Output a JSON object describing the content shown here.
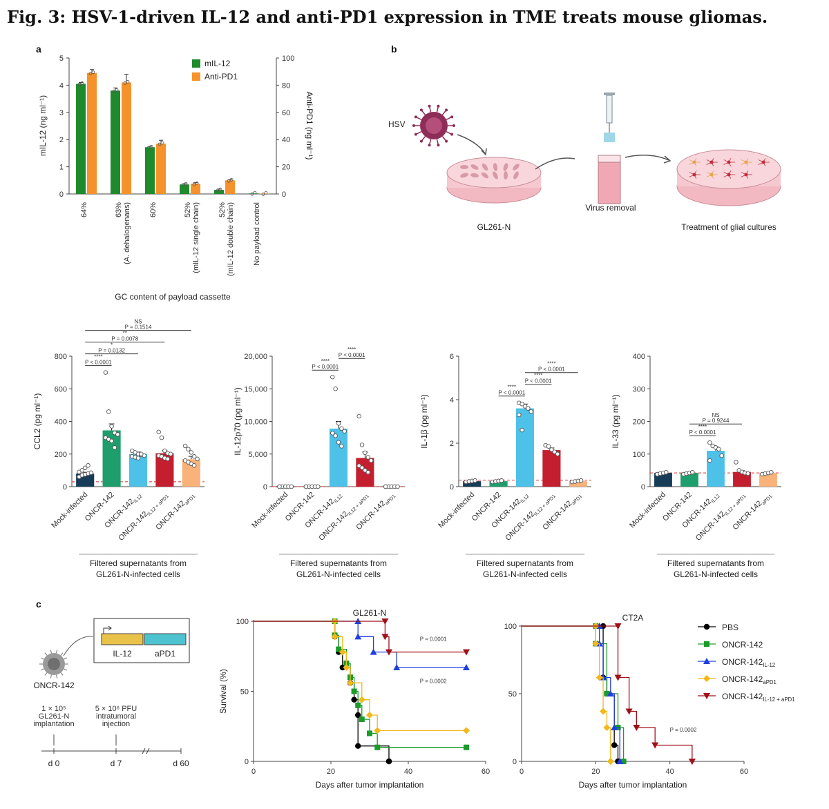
{
  "title": "Fig. 3: HSV-1-driven IL-12 and anti-PD1 expression in TME treats mouse gliomas.",
  "panels": {
    "a": "a",
    "b": "b",
    "c": "c"
  },
  "schematic_b": {
    "hsv": "HSV",
    "dish1": "GL261-N",
    "removal": "Virus removal",
    "dish2": "Treatment of glial cultures"
  },
  "schematic_c": {
    "virus": "ONCR-142",
    "box_il12": "IL-12",
    "box_apd1": "aPD1",
    "step1": [
      "1 × 10⁵",
      "GL261-N",
      "implantation"
    ],
    "step2": [
      "5 × 10⁶ PFU",
      "intratumoral",
      "injection"
    ],
    "d0": "d 0",
    "d7": "d 7",
    "d60": "d 60"
  },
  "bar_xlabels": [
    {
      "base": "Mock-infected",
      "sub": ""
    },
    {
      "base": "ONCR-142",
      "sub": ""
    },
    {
      "base": "ONCR-142",
      "sub": "IL12"
    },
    {
      "base": "ONCR-142",
      "sub": "IL12 + aPD1"
    },
    {
      "base": "ONCR-142",
      "sub": "aPD1"
    }
  ],
  "bar_xtitle": [
    "Filtered supernatants from",
    "GL261-N-infected cells"
  ],
  "colors": {
    "green": "#1e8a2c",
    "orange": "#f5922c",
    "navy": "#163c58",
    "teal": "#1e9e6c",
    "sky": "#4ec1e8",
    "crimson": "#c41f2f",
    "peach": "#f8b27a",
    "black": "#000000",
    "km_green": "#1a9b2a",
    "km_blue": "#1f3fe0",
    "km_yellow": "#f2b81c",
    "km_red": "#a01018"
  },
  "chart_data": [
    {
      "id": "a",
      "type": "bar",
      "categories": [
        [
          "64%"
        ],
        [
          "63%",
          "(A. dehalogenans)"
        ],
        [
          "60%"
        ],
        [
          "52%",
          "(mIL-12 single chain)"
        ],
        [
          "52%",
          "(mIL-12 double chain)"
        ],
        [
          "No payload control"
        ]
      ],
      "series": [
        {
          "name": "mIL-12",
          "axis": "left",
          "values": [
            4.05,
            3.8,
            1.72,
            0.35,
            0.15,
            0.02
          ],
          "err": [
            0.05,
            0.1,
            0.03,
            0.03,
            0.03,
            0.0
          ]
        },
        {
          "name": "Anti-PD1",
          "axis": "right",
          "values": [
            89,
            82,
            37,
            7.5,
            10,
            0.3
          ],
          "err": [
            2.5,
            6,
            2.5,
            0.8,
            0.5,
            0
          ]
        }
      ],
      "xlabel": "GC content of payload cassette",
      "ylabel": "mIL-12 (ng ml⁻¹)",
      "ylabel_right": "Anti-PD1 (ng ml⁻¹)",
      "ylim": [
        0,
        5
      ],
      "ylim_right": [
        0,
        100
      ],
      "yticks": [
        0,
        1,
        2,
        3,
        4,
        5
      ],
      "yticks_right": [
        0,
        20,
        40,
        60,
        80,
        100
      ]
    },
    {
      "id": "ccl2",
      "type": "bar",
      "ylabel": "CCL2 (pg ml⁻¹)",
      "ylim": [
        0,
        800
      ],
      "yticks": [
        "0",
        "200",
        "400",
        "600",
        "800"
      ],
      "baseline": 30,
      "values": [
        80,
        345,
        200,
        205,
        168
      ],
      "err": [
        8,
        40,
        12,
        15,
        18
      ],
      "points": [
        [
          60,
          70,
          75,
          80,
          85,
          90,
          100,
          115,
          130
        ],
        [
          700,
          460,
          370,
          330,
          320,
          300,
          290,
          280,
          240
        ],
        [
          220,
          210,
          200,
          195,
          190,
          185,
          180,
          175,
          200
        ],
        [
          335,
          300,
          220,
          205,
          200,
          190,
          185,
          175,
          170
        ],
        [
          250,
          230,
          210,
          185,
          170,
          160,
          150,
          140,
          130
        ]
      ],
      "comparisons": [
        {
          "a": 0,
          "b": 1,
          "text": [
            "****",
            "P < 0.0001"
          ]
        },
        {
          "a": 0,
          "b": 2,
          "text": [
            "*",
            "P = 0.0132"
          ]
        },
        {
          "a": 0,
          "b": 3,
          "text": [
            "**",
            "P = 0.0078"
          ]
        },
        {
          "a": 0,
          "b": 4,
          "text": [
            "NS",
            "P = 0.1514"
          ]
        }
      ]
    },
    {
      "id": "il12p70",
      "type": "bar",
      "ylabel": "IL-12p70 (pg ml⁻¹)",
      "ylim": [
        0,
        20000
      ],
      "yticks": [
        "0",
        "5,000",
        "10,000",
        "15,000",
        "20,000"
      ],
      "baseline": 0,
      "values": [
        0,
        0,
        8900,
        4400,
        0
      ],
      "err": [
        0,
        0,
        1100,
        900,
        0
      ],
      "points": [
        [
          0,
          0,
          0,
          0,
          0,
          0
        ],
        [
          0,
          0,
          0,
          0,
          0,
          0
        ],
        [
          16800,
          15000,
          9700,
          8900,
          8500,
          8200,
          7800,
          6800,
          6200
        ],
        [
          10800,
          6400,
          5200,
          4500,
          4000,
          3200,
          2900,
          2500,
          2200
        ],
        [
          0,
          0,
          0,
          0,
          0,
          0
        ]
      ],
      "comparisons": [
        {
          "a": 1,
          "b": 2,
          "text": [
            "****",
            "P < 0.0001"
          ]
        },
        {
          "a": 2,
          "b": 3,
          "text": [
            "****",
            "P < 0.0001"
          ]
        }
      ]
    },
    {
      "id": "il1b",
      "type": "bar",
      "ylabel": "IL-1β (pg ml⁻¹)",
      "ylim": [
        0,
        6
      ],
      "yticks": [
        "0",
        "2",
        "4",
        "6"
      ],
      "baseline": 0.3,
      "values": [
        0.25,
        0.25,
        3.6,
        1.68,
        0.25
      ],
      "err": [
        0.02,
        0.02,
        0.2,
        0.1,
        0.02
      ],
      "points": [
        [
          0.22,
          0.24,
          0.26,
          0.28
        ],
        [
          0.22,
          0.24,
          0.26,
          0.28
        ],
        [
          3.85,
          3.8,
          3.7,
          3.6,
          3.45,
          3.3,
          2.6
        ],
        [
          1.9,
          1.85,
          1.7,
          1.6,
          1.5
        ],
        [
          0.22,
          0.24,
          0.26,
          0.28
        ]
      ],
      "comparisons": [
        {
          "a": 1,
          "b": 2,
          "text": [
            "****",
            "P < 0.0001"
          ]
        },
        {
          "a": 2,
          "b": 3,
          "text": [
            "****",
            "P < 0.0001"
          ]
        },
        {
          "a": 2,
          "b": 4,
          "text": [
            "****",
            "P < 0.0001"
          ]
        }
      ]
    },
    {
      "id": "il33",
      "type": "bar",
      "ylabel": "IL-33 (pg ml⁻¹)",
      "ylim": [
        0,
        400
      ],
      "yticks": [
        "0",
        "100",
        "200",
        "300",
        "400"
      ],
      "baseline": 42,
      "values": [
        42,
        42,
        110,
        45,
        42
      ],
      "err": [
        2,
        2,
        12,
        4,
        2
      ],
      "points": [
        [
          38,
          40,
          42,
          44
        ],
        [
          38,
          40,
          42,
          44
        ],
        [
          135,
          125,
          120,
          115,
          95,
          80
        ],
        [
          75,
          50,
          45,
          42,
          40
        ],
        [
          38,
          40,
          42,
          44
        ]
      ],
      "comparisons": [
        {
          "a": 1,
          "b": 2,
          "text": [
            "****",
            "P < 0.0001"
          ]
        },
        {
          "a": 1,
          "b": 3,
          "text": [
            "NS",
            "P = 0.9244"
          ]
        }
      ]
    },
    {
      "id": "km_gl261",
      "type": "line",
      "title": "GL261-N",
      "xlabel": "Days after tumor implantation",
      "ylabel": "Survival (%)",
      "xlim": [
        0,
        60
      ],
      "ylim": [
        0,
        100
      ],
      "xticks": [
        0,
        20,
        40,
        60
      ],
      "yticks": [
        0,
        50,
        100
      ],
      "series": [
        {
          "name": "PBS",
          "end": 35,
          "steps": [
            [
              0,
              100
            ],
            [
              21,
              100
            ],
            [
              21,
              89
            ],
            [
              22,
              78
            ],
            [
              23,
              67
            ],
            [
              25,
              56
            ],
            [
              26,
              44
            ],
            [
              27,
              33
            ],
            [
              27,
              11
            ],
            [
              35,
              0
            ]
          ]
        },
        {
          "name": "ONCR-142",
          "end": 55,
          "steps": [
            [
              0,
              100
            ],
            [
              21,
              100
            ],
            [
              21,
              90
            ],
            [
              22,
              80
            ],
            [
              24,
              70
            ],
            [
              25,
              60
            ],
            [
              26,
              50
            ],
            [
              27,
              40
            ],
            [
              28,
              30
            ],
            [
              30,
              20
            ],
            [
              32,
              10
            ]
          ]
        },
        {
          "name": "ONCR-142IL-12",
          "end": 55,
          "steps": [
            [
              0,
              100
            ],
            [
              27,
              100
            ],
            [
              27,
              89
            ],
            [
              31,
              78
            ],
            [
              37,
              67
            ]
          ]
        },
        {
          "name": "ONCR-142aPD1",
          "end": 55,
          "steps": [
            [
              0,
              100
            ],
            [
              21,
              100
            ],
            [
              21,
              89
            ],
            [
              23,
              78
            ],
            [
              24,
              67
            ],
            [
              25,
              56
            ],
            [
              28,
              44
            ],
            [
              30,
              33
            ],
            [
              32,
              22
            ]
          ]
        },
        {
          "name": "ONCR-142IL-12 + aPD1",
          "end": 55,
          "steps": [
            [
              0,
              100
            ],
            [
              34,
              100
            ],
            [
              34,
              89
            ],
            [
              35,
              78
            ]
          ]
        }
      ],
      "annotations": [
        {
          "text": "P = 0.0001",
          "x": 43,
          "y": 86,
          "series": 4
        },
        {
          "text": "P = 0.0002",
          "x": 43,
          "y": 56,
          "series": 2
        }
      ]
    },
    {
      "id": "km_ct2a",
      "type": "line",
      "title": "CT2A",
      "xlabel": "Days after tumor implantation",
      "ylabel": "",
      "xlim": [
        0,
        60
      ],
      "ylim": [
        0,
        100
      ],
      "xticks": [
        0,
        20,
        40,
        60
      ],
      "yticks": [
        0,
        50,
        100
      ],
      "series": [
        {
          "name": "PBS",
          "end": 26,
          "steps": [
            [
              0,
              100
            ],
            [
              22,
              100
            ],
            [
              22,
              62
            ],
            [
              23,
              50
            ],
            [
              25,
              12
            ],
            [
              26,
              0
            ]
          ]
        },
        {
          "name": "ONCR-142",
          "end": 27.5,
          "steps": [
            [
              0,
              100
            ],
            [
              20,
              100
            ],
            [
              20,
              87
            ],
            [
              23,
              50
            ],
            [
              26,
              25
            ],
            [
              27.5,
              0
            ]
          ]
        },
        {
          "name": "ONCR-142IL-12",
          "end": 26.5,
          "steps": [
            [
              0,
              100
            ],
            [
              21,
              100
            ],
            [
              21,
              87
            ],
            [
              22,
              62
            ],
            [
              24,
              50
            ],
            [
              25,
              25
            ],
            [
              26.5,
              0
            ]
          ]
        },
        {
          "name": "ONCR-142aPD1",
          "end": 24,
          "steps": [
            [
              0,
              100
            ],
            [
              20,
              100
            ],
            [
              20,
              87
            ],
            [
              21,
              62
            ],
            [
              22,
              37
            ],
            [
              23,
              25
            ],
            [
              24,
              0
            ]
          ]
        },
        {
          "name": "ONCR-142IL-12 + aPD1",
          "end": 46,
          "steps": [
            [
              0,
              100
            ],
            [
              26,
              100
            ],
            [
              26,
              62
            ],
            [
              29,
              37
            ],
            [
              31,
              25
            ],
            [
              36,
              12
            ],
            [
              46,
              0
            ]
          ]
        }
      ],
      "annotations": [
        {
          "text": "P = 0.0002",
          "x": 40,
          "y": 22,
          "series": 4
        }
      ]
    }
  ],
  "km_legend": [
    {
      "base": "PBS",
      "sub": ""
    },
    {
      "base": "ONCR-142",
      "sub": ""
    },
    {
      "base": "ONCR-142",
      "sub": "IL-12"
    },
    {
      "base": "ONCR-142",
      "sub": "aPD1"
    },
    {
      "base": "ONCR-142",
      "sub": "IL-12 + aPD1"
    }
  ]
}
